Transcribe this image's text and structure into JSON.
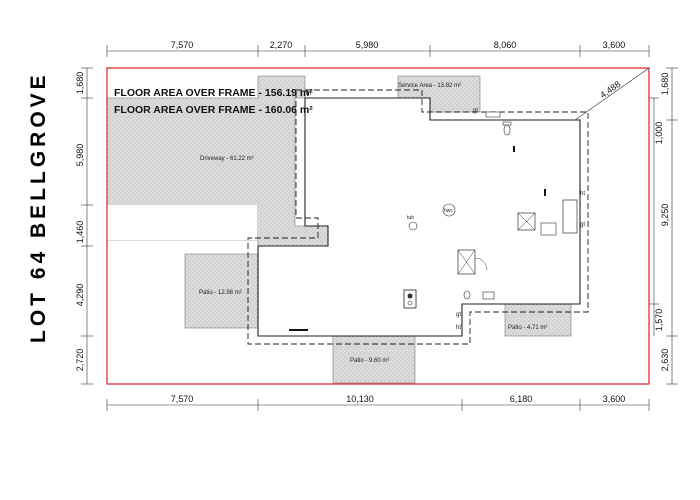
{
  "lot_title": "LOT 64 BELLGROVE",
  "floor_area": {
    "line1": "FLOOR AREA OVER FRAME - 156.19 m²",
    "line2": "FLOOR AREA OVER FRAME - 160.06 m²"
  },
  "areas": {
    "driveway": "Driveway - 61.22 m²",
    "service": "Service Area - 13.82 m²",
    "patio_left": "Patio - 12.98 m²",
    "patio_bottom": "Patio - 9.60 m²",
    "patio_right": "Patio - 4.71 m²"
  },
  "dims_top": [
    "7,570",
    "2,270",
    "5,980",
    "8,060",
    "3,600"
  ],
  "dims_bottom": [
    "7,570",
    "10,130",
    "6,180",
    "3,600"
  ],
  "dims_left": [
    "1,680",
    "5,980",
    "1,460",
    "4,290",
    "2,720"
  ],
  "dims_right_outer": [
    "1,680",
    "9,250",
    "2,630"
  ],
  "dims_right_inner": [
    "1,000",
    "1,570"
  ],
  "diagonal_dim": "4,488",
  "fixture_labels": {
    "ht": "ht",
    "gt": "gt",
    "hwc": "hwc",
    "tub": "tub"
  },
  "colors": {
    "boundary": "#e02020",
    "hatch": "#cfcfcf",
    "frame": "#222222"
  }
}
